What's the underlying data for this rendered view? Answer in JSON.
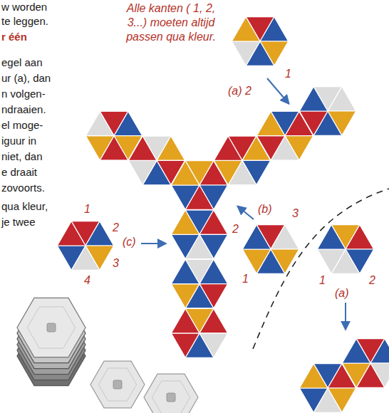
{
  "diagram": {
    "labels": [
      "w worden",
      "te leggen.",
      "r één",
      "egel aan",
      "ur (a), dan",
      "n volgen-",
      "ndraaien.",
      "el moge-",
      "iguur in",
      "niet, dan",
      "e draait",
      "zovoorts.",
      "qua kleur,",
      "je twee",
      "Alle kanten ( 1, 2, 3...) moeten altijd passen qua kleur.",
      "1",
      "(a) 2",
      "1",
      "2",
      "3",
      "4",
      "(c)",
      "(b)",
      "3",
      "2",
      "1",
      "1",
      "2",
      "(a)"
    ]
  }
}
